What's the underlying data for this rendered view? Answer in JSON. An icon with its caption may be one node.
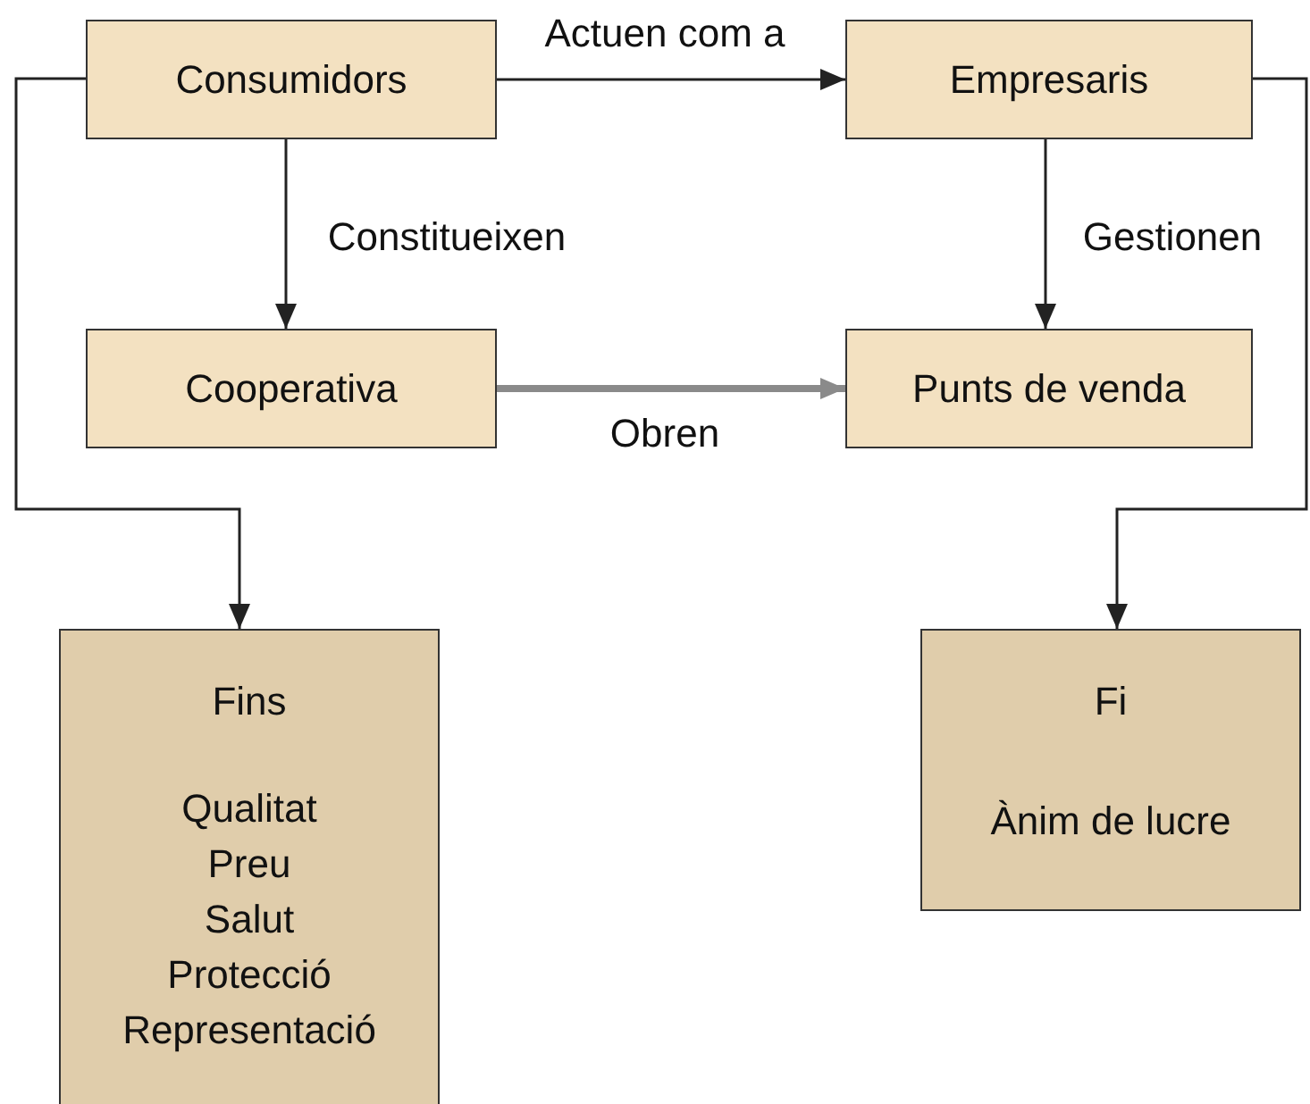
{
  "diagram": {
    "nodes": [
      {
        "text": [
          "Consumidors"
        ]
      },
      {
        "text": [
          "Empresaris"
        ]
      },
      {
        "text": [
          "Cooperativa"
        ]
      },
      {
        "text": [
          "Punts de venda"
        ]
      },
      {
        "text": [
          "Fins",
          "Qualitat",
          "Preu",
          "Salut",
          "Protecció",
          "Representació"
        ]
      },
      {
        "text": [
          "Fi",
          "Ànim de lucre"
        ]
      }
    ],
    "edges": [
      {
        "from": 0,
        "to": 1,
        "arrow": "to",
        "label": "Actuen com a"
      },
      {
        "from": 0,
        "to": 2,
        "arrow": "to",
        "label": "Constitueixen"
      },
      {
        "from": 2,
        "to": 3,
        "arrow": "to",
        "label": "Obren",
        "style": "thick",
        "color": "#8a8a8a"
      },
      {
        "from": 1,
        "to": 3,
        "arrow": "to",
        "label": "Gestionen"
      },
      {
        "from": 0,
        "to": 4,
        "arrow": "to"
      },
      {
        "from": 1,
        "to": 5,
        "arrow": "to"
      }
    ]
  }
}
